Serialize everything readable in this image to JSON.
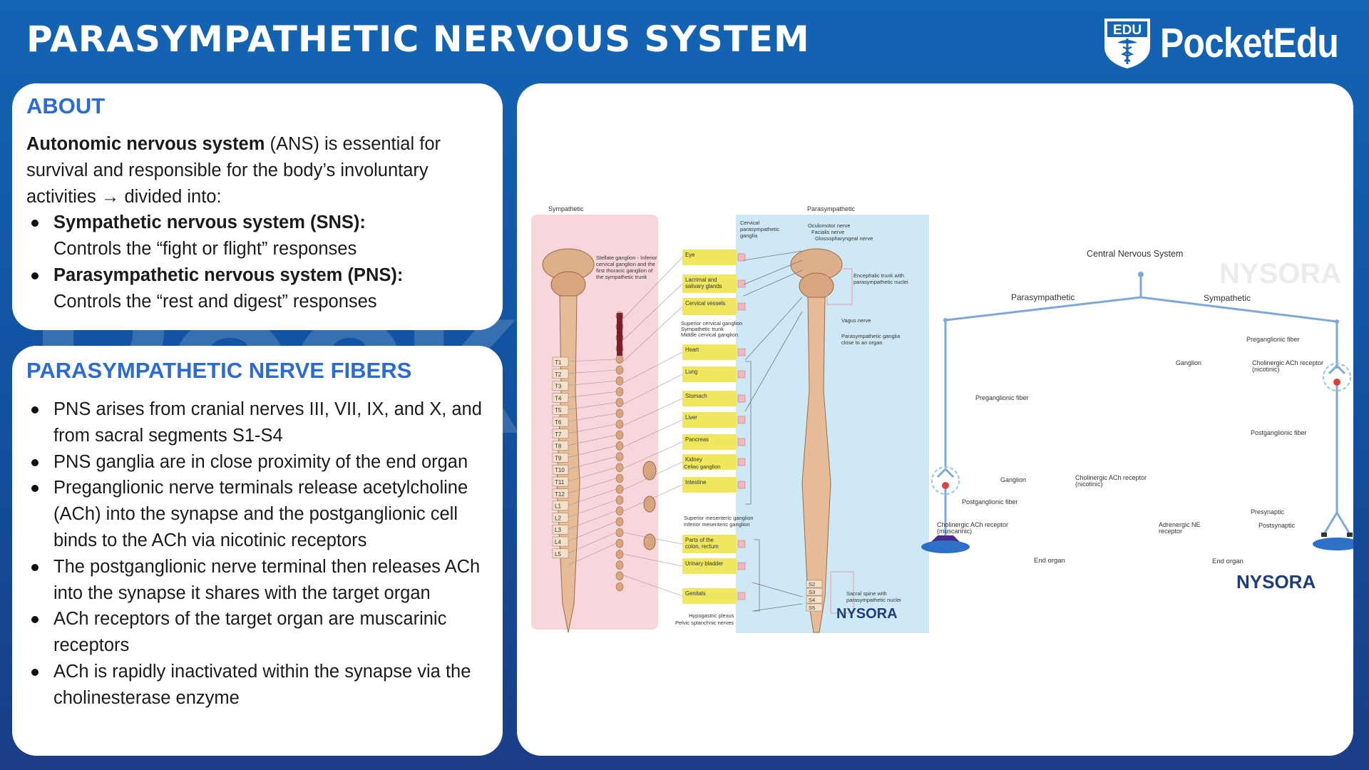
{
  "header": {
    "title": "PARASYMPATHETIC NERVOUS SYSTEM",
    "logo_badge": "EDU",
    "logo_word": "PocketEdu"
  },
  "about": {
    "heading": "ABOUT",
    "intro_bold": "Autonomic nervous system",
    "intro_rest": " (ANS) is essential for survival and responsible for the body’s involuntary activities → divided into:",
    "items": [
      {
        "bold": "Sympathetic nervous system (SNS):",
        "text": "Controls the “fight or flight” responses"
      },
      {
        "bold": "Parasympathetic nervous system (PNS):",
        "text": "Controls the “rest and digest” responses"
      }
    ]
  },
  "fibers": {
    "heading": "PARASYMPATHETIC NERVE FIBERS",
    "items": [
      "PNS arises from cranial nerves III, VII, IX, and X, and from sacral segments S1-S4",
      "PNS ganglia are in close proximity of the end organ",
      "Preganglionic nerve terminals release acetylcholine (ACh) into the synapse and the postganglionic cell binds to the ACh via nicotinic receptors",
      "The postganglionic nerve terminal then releases ACh into the synapse it shares with the target organ",
      "ACh receptors of the target organ are muscarinic receptors",
      "ACh is rapidly inactivated within the synapse via the cholinesterase enzyme"
    ]
  },
  "figure1": {
    "left_label": "Sympathetic",
    "right_label": "Parasympathetic",
    "stellate": [
      "Stellate ganglion - Inferior",
      "cervical ganglion and the",
      "first thoracic ganglion of",
      "the sympathetic trunk"
    ],
    "cervical_ganglia": [
      "Cervical",
      "parasympathetic",
      "ganglia"
    ],
    "cranial_nerves": [
      "Oculomotor nerve",
      "Facialis nerve",
      "Glossopharyngeal nerve"
    ],
    "encephalic": [
      "Encephalic trunk with",
      "parasympathetic nuclei"
    ],
    "vagus": "Vagus nerve",
    "para_ganglia": [
      "Parasympathetic ganglia",
      "close to an organ"
    ],
    "cervical_chain": [
      "Superior cervical ganglion",
      "Sympathetic trunk",
      "Middle cervical ganglion"
    ],
    "organs": [
      "Eye",
      "Lacrimal and salivary glands",
      "Cervical vessels",
      "Heart",
      "Lung",
      "Stomach",
      "Liver",
      "Pancreas",
      "Kidney",
      "Intestine",
      "Parts of the colon, rectum",
      "Urinary bladder",
      "Genitals"
    ],
    "celiac": "Celiac ganglion",
    "mesenteric": [
      "Superior mesenteric ganglion",
      "Inferior mesenteric ganglion"
    ],
    "pelvic": [
      "Hypogastric plexus",
      "Pelvic splanchnic nerves"
    ],
    "sacral_spine": [
      "Sacral spine with",
      "parasympathetic nuclei"
    ],
    "thoracic_levels": [
      "T1",
      "T2",
      "T3",
      "T4",
      "T5",
      "T6",
      "T7",
      "T8",
      "T9",
      "T10",
      "T11",
      "T12",
      "L1",
      "L2",
      "L3",
      "L4",
      "L5"
    ],
    "sacral_levels": [
      "S2",
      "S3",
      "S4",
      "S5"
    ],
    "credit": "NYSORA"
  },
  "figure2": {
    "cns": "Central Nervous System",
    "para": "Parasympathetic",
    "symp": "Sympathetic",
    "pregang_left": "Preganglionic fiber",
    "pregang_right": "Preganglionic fiber",
    "ganglion_left": "Ganglion",
    "ganglion_right": "Ganglion",
    "nic_left": [
      "Cholinergic ACh receptor",
      "(nicotinic)"
    ],
    "nic_right": [
      "Cholinergic ACh receptor",
      "(nicotinic)"
    ],
    "postgang_left": "Postganglionic fiber",
    "postgang_right": "Postganglionic fiber",
    "musc": [
      "Cholinergic ACh receptor",
      "(muscarinic)"
    ],
    "adren": [
      "Adrenergic NE",
      "receptor"
    ],
    "presyn": "Presynaptic",
    "postsyn": "Postsynaptic",
    "end_left": "End organ",
    "end_right": "End organ",
    "watermark": "NYSORA",
    "credit": "NYSORA"
  },
  "colors": {
    "accent": "#2c6bd0",
    "header_bg": "#1464b4",
    "symp_bg": "#f8d7dc",
    "para_bg": "#cfe8f6",
    "organ_box": "#efe760"
  }
}
